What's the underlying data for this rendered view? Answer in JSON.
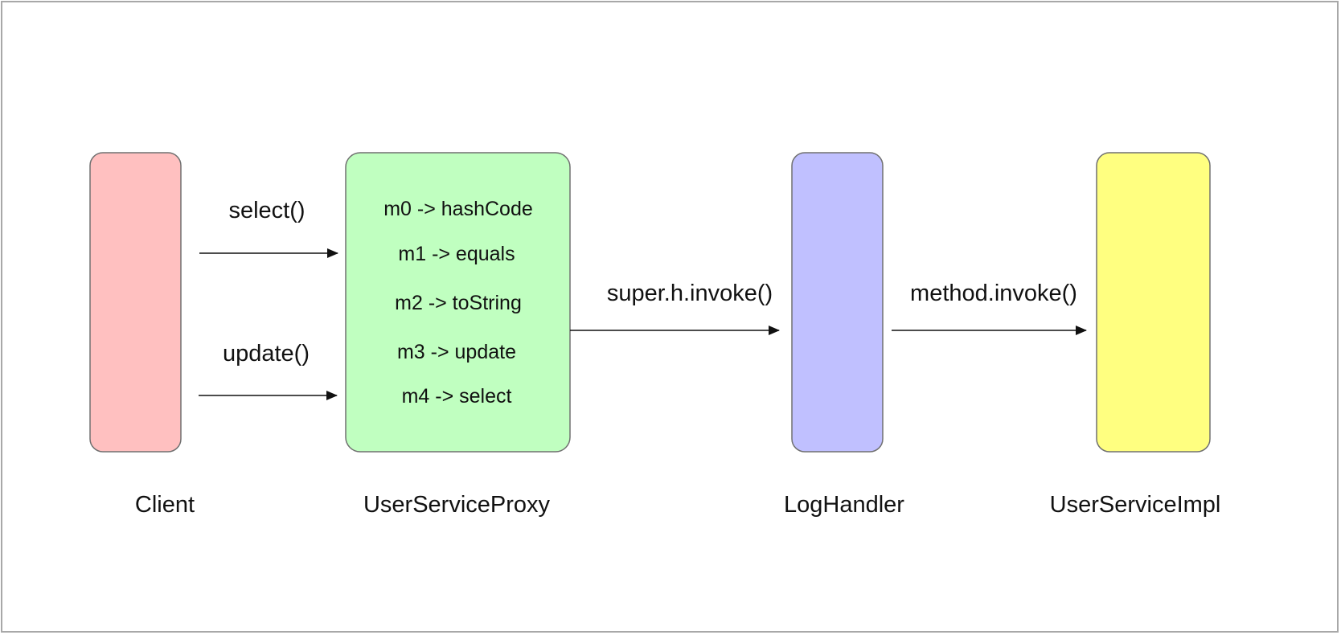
{
  "colors": {
    "client": "#ffc0c0",
    "proxy": "#c0ffc0",
    "handler": "#c0c0ff",
    "impl": "#ffff80",
    "stroke": "#707070",
    "arrow": "#111111"
  },
  "nodes": {
    "client": {
      "label": "Client"
    },
    "proxy": {
      "label": "UserServiceProxy",
      "methods": [
        "m0 -> hashCode",
        "m1 -> equals",
        "m2 -> toString",
        "m3 -> update",
        "m4 -> select"
      ]
    },
    "handler": {
      "label": "LogHandler"
    },
    "impl": {
      "label": "UserServiceImpl"
    }
  },
  "edges": {
    "select": "select()",
    "update": "update()",
    "super_invoke": "super.h.invoke()",
    "method_invoke": "method.invoke()"
  }
}
